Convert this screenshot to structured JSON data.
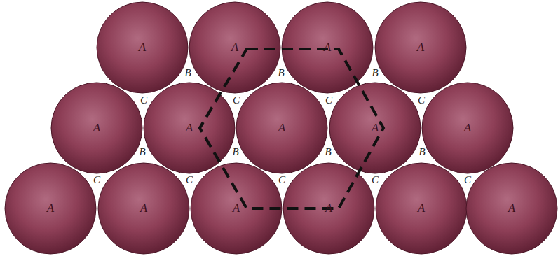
{
  "diagram": {
    "nodes": [
      {
        "text": [
          "A"
        ]
      },
      {
        "text": [
          "A"
        ]
      },
      {
        "text": [
          "A"
        ]
      },
      {
        "text": [
          "A"
        ]
      },
      {
        "text": [
          "A"
        ]
      },
      {
        "text": [
          "A"
        ]
      },
      {
        "text": [
          "A"
        ]
      },
      {
        "text": [
          "A"
        ]
      },
      {
        "text": [
          "A"
        ]
      },
      {
        "text": [
          "A"
        ]
      },
      {
        "text": [
          "A"
        ]
      },
      {
        "text": [
          "A"
        ]
      },
      {
        "text": [
          "A"
        ]
      },
      {
        "text": [
          "A"
        ]
      },
      {
        "text": [
          "A"
        ]
      }
    ],
    "labels": [
      "B",
      "B",
      "B",
      "C",
      "C",
      "C",
      "C",
      "B",
      "B",
      "B",
      "B",
      "C",
      "C",
      "C",
      "C",
      "C"
    ]
  }
}
